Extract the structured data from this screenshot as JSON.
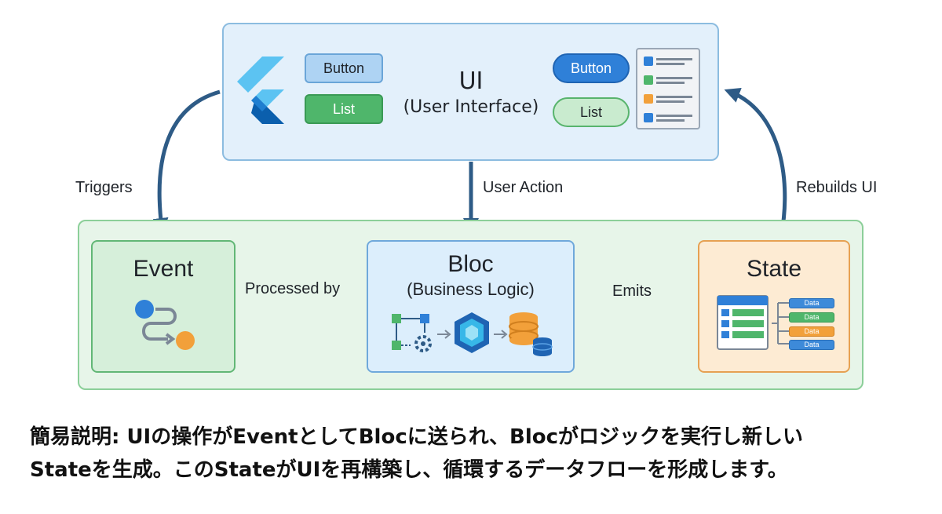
{
  "ui_panel": {
    "title": "UI",
    "subtitle": "(User Interface)",
    "left_buttons": {
      "button_label": "Button",
      "list_label": "List"
    },
    "right_buttons": {
      "button_label": "Button",
      "list_label": "List"
    }
  },
  "edges": {
    "triggers": "Triggers",
    "user_action": "User Action",
    "rebuilds_ui": "Rebuilds UI",
    "processed_by": "Processed by",
    "emits": "Emits"
  },
  "nodes": {
    "event": {
      "title": "Event"
    },
    "bloc": {
      "title": "Bloc",
      "subtitle": "(Business Logic)"
    },
    "state": {
      "title": "State",
      "data_tags": [
        "Data",
        "Data",
        "Data",
        "Data"
      ]
    }
  },
  "caption": {
    "line1": "簡易説明: UIの操作がEventとしてBlocに送られ、Blocがロジックを実行し新しい",
    "line2": "Stateを生成。このStateがUIを再構築し、循環するデータフローを形成します。"
  },
  "colors": {
    "arrow": "#2e5b86",
    "ui_bg": "#e3f0fb",
    "flow_bg": "#e7f5e9",
    "event_accent": "#62b776",
    "bloc_accent": "#6fa8db",
    "state_accent": "#e6a153",
    "data_orange": "#f2a03a",
    "data_blue": "#3d8ad9"
  },
  "icons": {
    "ui_logo": "flutter-logo",
    "event_icon": "event-flow-icon",
    "bloc_icons": [
      "flowchart-gear-icon",
      "cube-icon",
      "database-icon"
    ],
    "state_icon": "state-table-icon"
  }
}
